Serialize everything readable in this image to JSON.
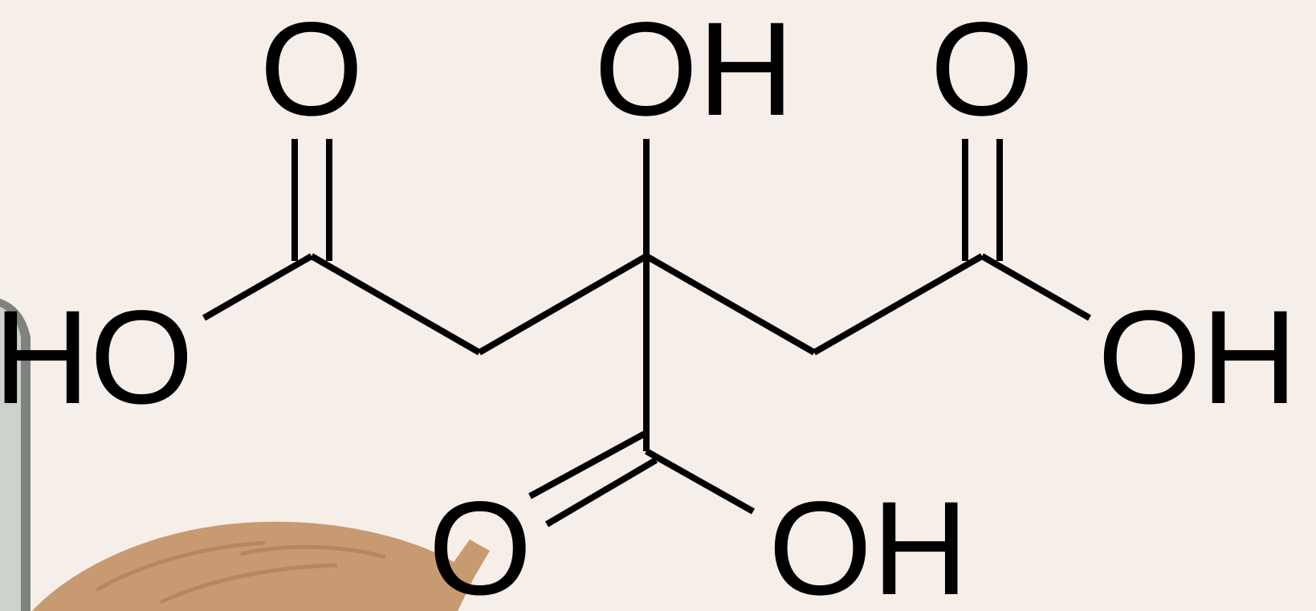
{
  "colors": {
    "background": "#f6eee9",
    "bond": "#000000",
    "label": "#000000",
    "object_edge_dark": "#7e837e",
    "object_edge_light": "#cdd2cd",
    "fur": "#c89a72"
  },
  "molecule": {
    "atoms": {
      "o_top_left": "O",
      "oh_top_center": "OH",
      "o_top_right": "O",
      "ho_left": "HO",
      "oh_right": "OH",
      "o_bottom": "O",
      "oh_bottom": "OH"
    }
  }
}
